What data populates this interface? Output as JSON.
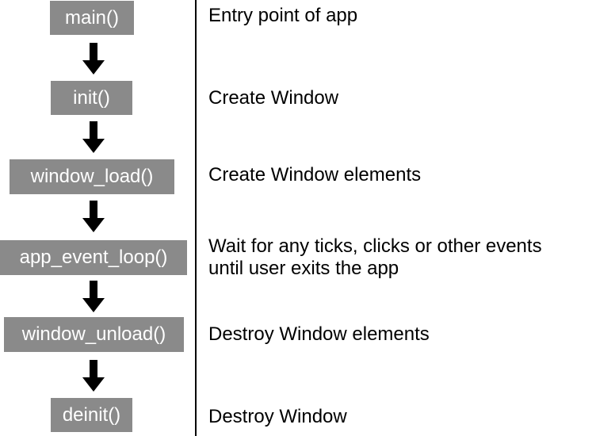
{
  "steps": [
    {
      "function": "main()",
      "description_lines": [
        "Entry point of app"
      ]
    },
    {
      "function": "init()",
      "description_lines": [
        "Create Window"
      ]
    },
    {
      "function": "window_load()",
      "description_lines": [
        "Create Window elements"
      ]
    },
    {
      "function": "app_event_loop()",
      "description_lines": [
        "Wait for any ticks, clicks or other events",
        "until user exits the app"
      ]
    },
    {
      "function": "window_unload()",
      "description_lines": [
        "Destroy Window elements"
      ]
    },
    {
      "function": "deinit()",
      "description_lines": [
        "Destroy Window"
      ]
    }
  ],
  "colors": {
    "box_fill": "#8a8a8a",
    "box_text": "#ffffff",
    "arrow": "#000000",
    "divider": "#000000",
    "description_text": "#000000"
  }
}
